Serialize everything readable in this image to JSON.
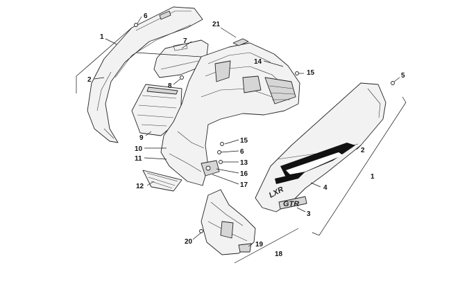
{
  "callouts": {
    "c1a": "1",
    "c2a": "2",
    "c6a": "6",
    "c7": "7",
    "c8": "8",
    "c21": "21",
    "c14": "14",
    "c15a": "15",
    "c5": "5",
    "c9": "9",
    "c10": "10",
    "c11": "11",
    "c12": "12",
    "c15b": "15",
    "c6b": "6",
    "c13": "13",
    "c16": "16",
    "c17": "17",
    "c2b": "2",
    "c1b": "1",
    "c4": "4",
    "c3": "3",
    "c20": "20",
    "c19": "19",
    "c18": "18"
  },
  "decal": {
    "model_text": "LXR",
    "badge_text": "GTR"
  }
}
